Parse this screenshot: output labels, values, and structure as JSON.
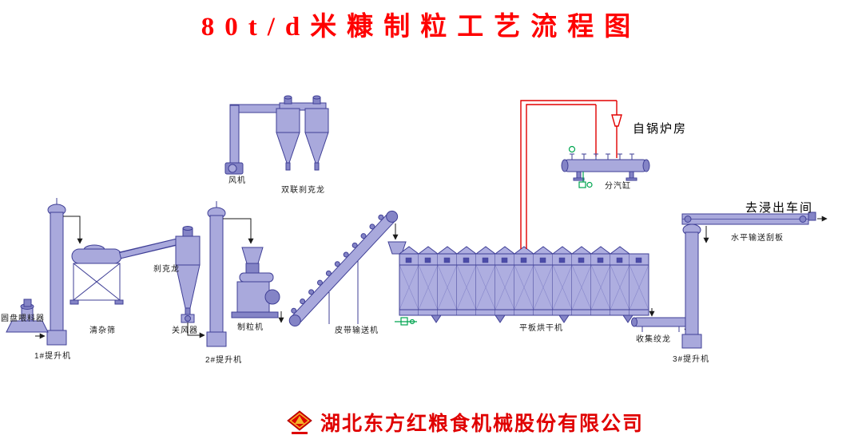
{
  "title": "80t/d米糠制粒工艺流程图",
  "footer": {
    "company": "湖北东方红粮食机械股份有限公司"
  },
  "labels": {
    "fan": "风机",
    "double_cyclone": "双联刹克龙",
    "steam_cylinder": "分汽缸",
    "from_boiler": "自锅炉房",
    "to_extraction": "去浸出车间",
    "horizontal_scraper": "水平输送刮板",
    "cyclone": "刹克龙",
    "disc_feeder": "圆盘喂料器",
    "cleaning_sieve": "清杂筛",
    "airlock": "关风器",
    "pelletizer": "制粒机",
    "belt_conveyor": "皮带输送机",
    "flat_dryer": "平板烘干机",
    "collecting_auger": "收集绞龙",
    "elevator_1": "1#提升机",
    "elevator_2": "2#提升机",
    "elevator_3": "3#提升机"
  },
  "colors": {
    "equipment_fill": "#a9a9dc",
    "equipment_dark": "#8484c6",
    "equipment_stroke": "#3f3f96",
    "steam_pipe": "#e20000",
    "valve_green": "#00a550",
    "title_red": "#fe0000"
  }
}
